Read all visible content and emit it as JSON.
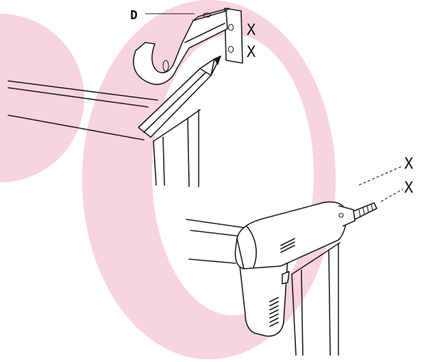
{
  "labels": {
    "part": "D",
    "mark_1": "X",
    "mark_2": "X",
    "mark_3": "X",
    "mark_4": "X"
  },
  "colors": {
    "watermark": "#f8d3e1",
    "line": "#1a1a1a",
    "background": "#ffffff"
  },
  "icons": {
    "bracket": "curtain-rod-bracket-icon",
    "pencil": "pencil-icon",
    "drill": "power-drill-icon"
  }
}
